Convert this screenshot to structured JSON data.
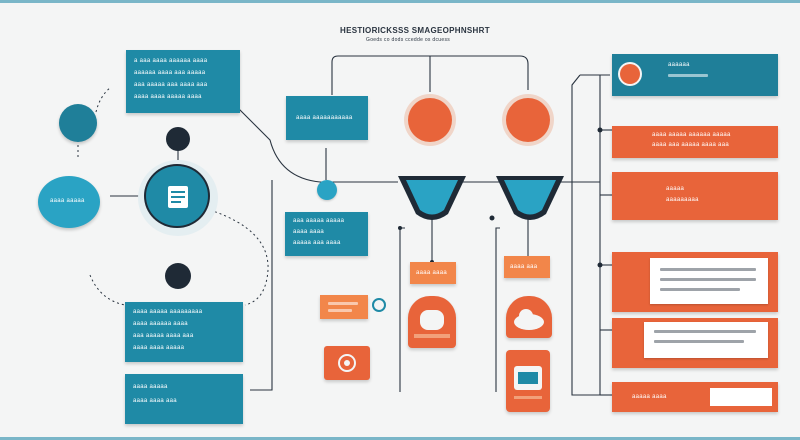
{
  "header": {
    "title": "HESTIORICKSSS SMAGEOPHNSHRT",
    "subtitle": "Goeds co dods ccedde os dcuess"
  },
  "nodes": {
    "top_left_card": {
      "lines": [
        "a aaa aaaa aaaaaa aaaa",
        "aaaaaa aaaa aaa aaaaa",
        "aaa aaaaa aaa aaaa aaa",
        "aaaa aaaa aaaaa aaaa"
      ]
    },
    "left_circle_label": "aaaa aaaaa",
    "center_teal_card": "aaaa aaaaaaaaaaa",
    "mid_teal_card": [
      "aaa aaaaa aaaaa",
      "aaaa aaaa",
      "aaaaa aaa aaaa"
    ],
    "bottom_teal_card": [
      "aaaa aaaaa aaaaaaaaa",
      "aaaa aaaaaa aaaa",
      "aaa aaaaa aaaa aaa",
      "aaaa aaaa aaaaa"
    ],
    "bottom_left_card": [
      "aaaa aaaaa",
      "aaaa aaaa aaa"
    ],
    "right_top_card": "aaaaaa",
    "right_orange_card_1": [
      "aaaa aaaaa aaaaaa aaaaa",
      "aaaa aaa aaaaa aaaa aaa"
    ],
    "right_orange_card_2": [
      "aaaaa",
      "aaaaaaaaa"
    ],
    "bottom_right_card": "aaaaa aaaa",
    "mid_orange_label_1": "aaaa aaaa",
    "mid_orange_label_2": "aaaa aaa"
  },
  "colors": {
    "teal": "#1f8aa6",
    "orange": "#e8643a",
    "dark": "#1f2a36",
    "light_orange": "#f2864a",
    "background": "#f4f5f5"
  },
  "icons": [
    "document-icon",
    "shield-icon",
    "cloud-icon",
    "monitor-icon",
    "alert-icon"
  ]
}
